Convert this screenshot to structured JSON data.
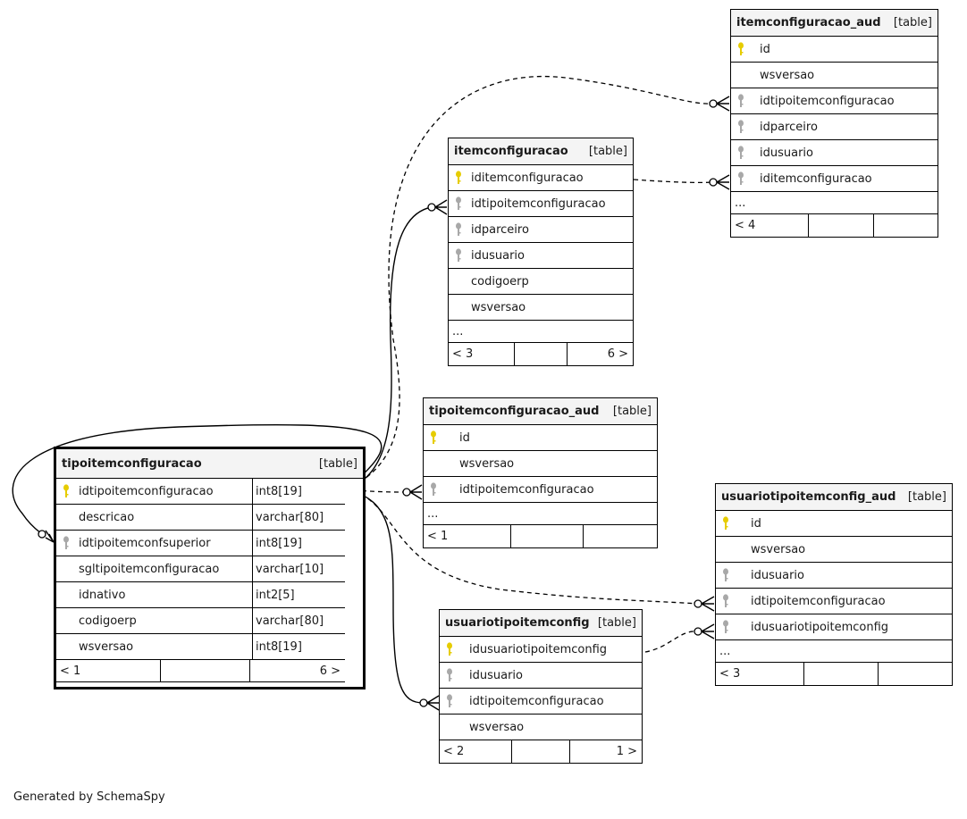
{
  "tables": {
    "itemconfiguracao_aud": {
      "name": "itemconfiguracao_aud",
      "type": "[table]",
      "columns": [
        {
          "name": "id",
          "key": "primary-key-icon"
        },
        {
          "name": "wsversao",
          "key": ""
        },
        {
          "name": "idtipoitemconfiguracao",
          "key": "foreign-key-icon"
        },
        {
          "name": "idparceiro",
          "key": "foreign-key-icon"
        },
        {
          "name": "idusuario",
          "key": "foreign-key-icon"
        },
        {
          "name": "iditemconfiguracao",
          "key": "foreign-key-icon"
        }
      ],
      "more": "...",
      "footer": {
        "left": "< 4",
        "right": ""
      }
    },
    "itemconfiguracao": {
      "name": "itemconfiguracao",
      "type": "[table]",
      "columns": [
        {
          "name": "iditemconfiguracao",
          "key": "primary-key-icon"
        },
        {
          "name": "idtipoitemconfiguracao",
          "key": "foreign-key-icon"
        },
        {
          "name": "idparceiro",
          "key": "foreign-key-icon"
        },
        {
          "name": "idusuario",
          "key": "foreign-key-icon"
        },
        {
          "name": "codigoerp",
          "key": ""
        },
        {
          "name": "wsversao",
          "key": ""
        }
      ],
      "more": "...",
      "footer": {
        "left": "< 3",
        "right": "6 >"
      }
    },
    "tipoitemconfiguracao_aud": {
      "name": "tipoitemconfiguracao_aud",
      "type": "[table]",
      "columns": [
        {
          "name": "id",
          "key": "primary-key-icon"
        },
        {
          "name": "wsversao",
          "key": ""
        },
        {
          "name": "idtipoitemconfiguracao",
          "key": "foreign-key-icon"
        }
      ],
      "more": "...",
      "footer": {
        "left": "< 1",
        "right": ""
      }
    },
    "tipoitemconfiguracao": {
      "name": "tipoitemconfiguracao",
      "type": "[table]",
      "columns": [
        {
          "name": "idtipoitemconfiguracao",
          "key": "primary-key-icon",
          "dtype": "int8[19]"
        },
        {
          "name": "descricao",
          "key": "",
          "dtype": "varchar[80]"
        },
        {
          "name": "idtipoitemconfsuperior",
          "key": "foreign-key-icon",
          "dtype": "int8[19]"
        },
        {
          "name": "sgltipoitemconfiguracao",
          "key": "",
          "dtype": "varchar[10]"
        },
        {
          "name": "idnativo",
          "key": "",
          "dtype": "int2[5]"
        },
        {
          "name": "codigoerp",
          "key": "",
          "dtype": "varchar[80]"
        },
        {
          "name": "wsversao",
          "key": "",
          "dtype": "int8[19]"
        }
      ],
      "footer": {
        "left": "< 1",
        "right": "6 >"
      }
    },
    "usuariotipoitemconfig_aud": {
      "name": "usuariotipoitemconfig_aud",
      "type": "[table]",
      "columns": [
        {
          "name": "id",
          "key": "primary-key-icon"
        },
        {
          "name": "wsversao",
          "key": ""
        },
        {
          "name": "idusuario",
          "key": "foreign-key-icon"
        },
        {
          "name": "idtipoitemconfiguracao",
          "key": "foreign-key-icon"
        },
        {
          "name": "idusuariotipoitemconfig",
          "key": "foreign-key-icon"
        }
      ],
      "more": "...",
      "footer": {
        "left": "< 3",
        "right": ""
      }
    },
    "usuariotipoitemconfig": {
      "name": "usuariotipoitemconfig",
      "type": "[table]",
      "columns": [
        {
          "name": "idusuariotipoitemconfig",
          "key": "primary-key-icon"
        },
        {
          "name": "idusuario",
          "key": "foreign-key-icon"
        },
        {
          "name": "idtipoitemconfiguracao",
          "key": "foreign-key-icon"
        },
        {
          "name": "wsversao",
          "key": ""
        }
      ],
      "footer": {
        "left": "< 2",
        "right": "1 >"
      }
    }
  },
  "colors": {
    "primary_key": "#e6cc00",
    "foreign_key": "#a8a8a8",
    "header_bg": "#f4f4f4"
  },
  "generated_by": "Generated by SchemaSpy"
}
